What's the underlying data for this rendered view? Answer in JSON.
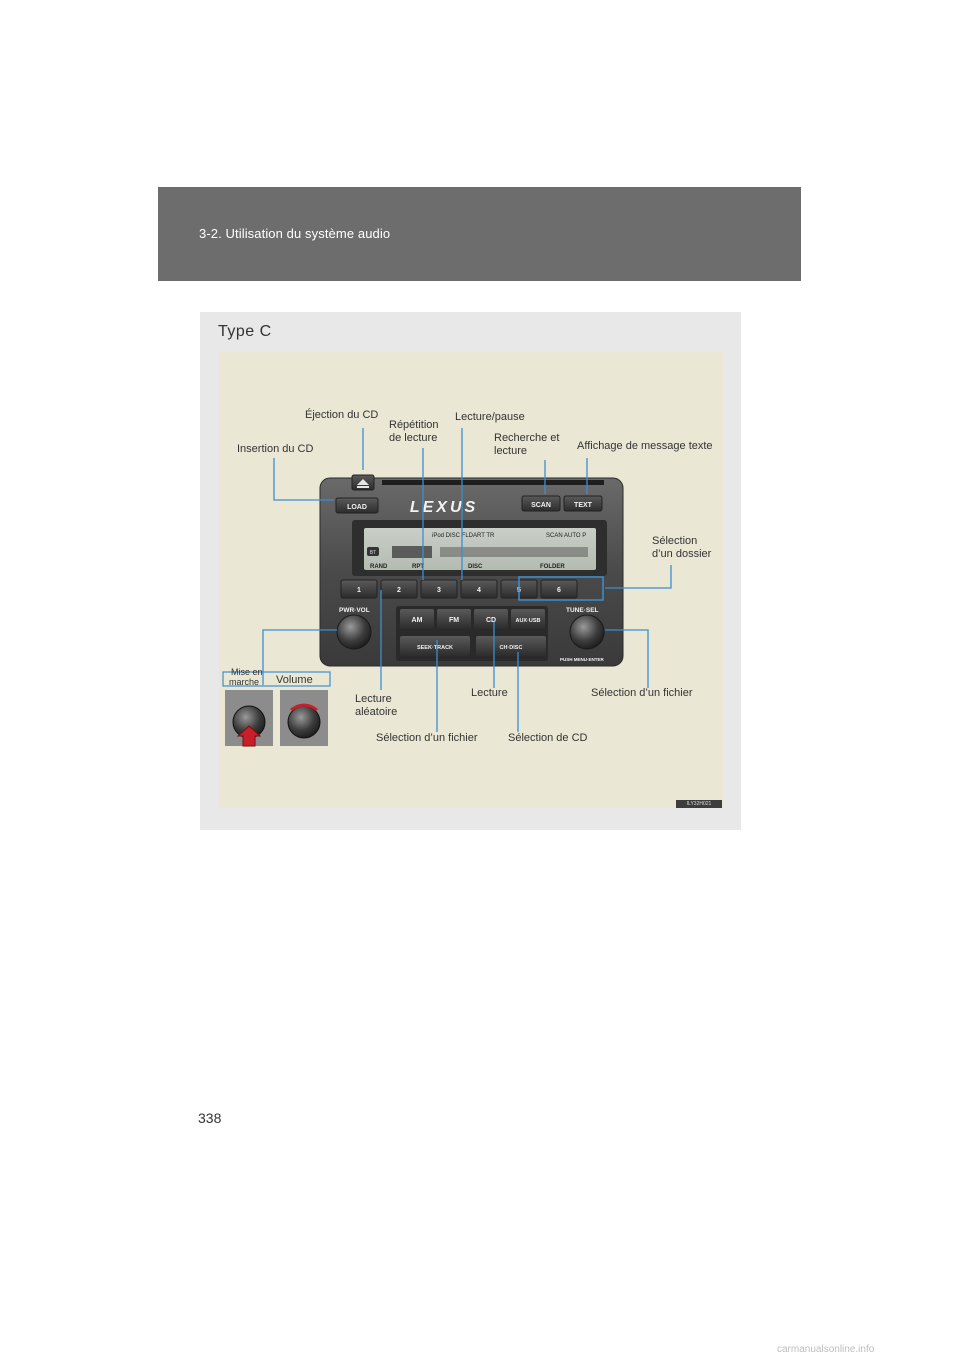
{
  "header": {
    "section": "3-2. Utilisation du système audio"
  },
  "figure": {
    "title": "Type C",
    "figure_id": "ILY32H021",
    "callouts": {
      "ejection": "Éjection du CD",
      "repetition_1": "Répétition",
      "repetition_2": "de lecture",
      "lecture_pause": "Lecture/pause",
      "recherche_1": "Recherche et",
      "recherche_2": "lecture",
      "affichage": "Affichage de message texte",
      "insertion": "Insertion du CD",
      "selection_dossier_1": "Sélection",
      "selection_dossier_2": "d’un dossier",
      "mise_en_marche_1": "Mise en",
      "mise_en_marche_2": "marche",
      "volume": "Volume",
      "lecture_aleatoire_1": "Lecture",
      "lecture_aleatoire_2": "aléatoire",
      "lecture": "Lecture",
      "selection_fichier_right": "Sélection d’un fichier",
      "selection_fichier_bottom": "Sélection d’un fichier",
      "selection_cd": "Sélection de CD"
    },
    "unit_labels": {
      "load": "LOAD",
      "brand": "LEXUS",
      "scan": "SCAN",
      "text": "TEXT",
      "pwr_vol": "PWR·VOL",
      "tune_sel": "TUNE·SEL",
      "am": "AM",
      "fm": "FM",
      "cd": "CD",
      "aux": "AUX·USB",
      "seek_track": "SEEK·TRACK",
      "ch_disc": "CH·DISC",
      "push_menu": "PUSH MENU·ENTER",
      "presets": [
        "1",
        "2",
        "3",
        "4",
        "5",
        "6"
      ],
      "lcd_top": "iPod DISC   FLDART TR",
      "lcd_scan": "SCAN   AUTO P",
      "lcd_rand": "RAND",
      "lcd_rpt": "RPT",
      "lcd_disc": "DISC",
      "lcd_folder": "FOLDER",
      "lcd_bt": "BT"
    }
  },
  "page": {
    "number": "338"
  },
  "watermark": "carmanualsonline.info"
}
